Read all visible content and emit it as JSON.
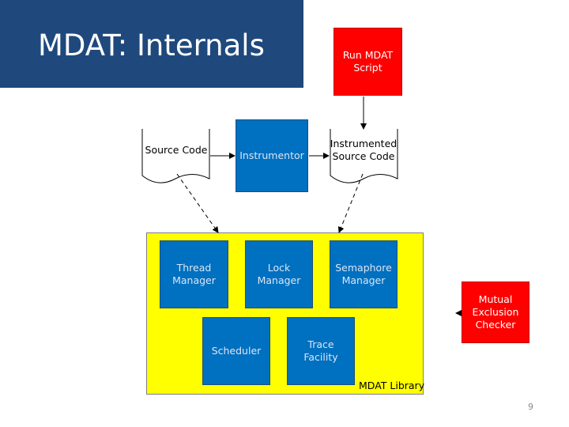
{
  "slide": {
    "title": "MDAT: Internals",
    "page_number": "9"
  },
  "diagram": {
    "run_script": "Run MDAT\nScript",
    "source_code": "Source Code",
    "instrumentor": "Instrumentor",
    "instrumented_source": "Instrumented\nSource Code",
    "library_label": "MDAT Library",
    "thread_manager": "Thread\nManager",
    "lock_manager": "Lock\nManager",
    "semaphore_manager": "Semaphore\nManager",
    "scheduler": "Scheduler",
    "trace_facility": "Trace\nFacility",
    "mutual_exclusion_checker": "Mutual\nExclusion\nChecker"
  },
  "colors": {
    "title_background": "#1f497d",
    "process_blue": "#0070c0",
    "highlight_red": "#ff0000",
    "library_yellow": "#ffff00"
  }
}
